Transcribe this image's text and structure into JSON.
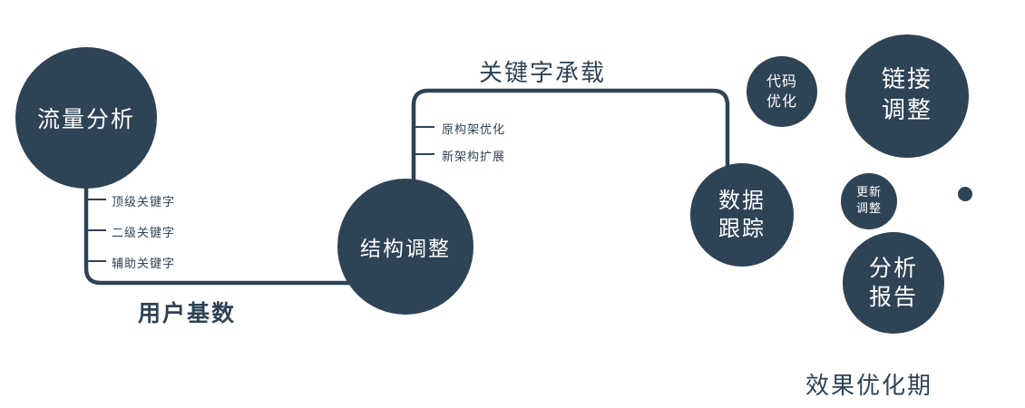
{
  "colors": {
    "primary": "#2e4355",
    "node_text": "#ffffff",
    "background": "#ffffff"
  },
  "nodes": {
    "traffic": {
      "label": "流量分析"
    },
    "structure": {
      "label": "结构调整"
    },
    "data_tracking": {
      "lines": [
        "数据",
        "跟踪"
      ]
    },
    "code_optimization": {
      "lines": [
        "代码",
        "优化"
      ]
    },
    "link_adjustment": {
      "lines": [
        "链接",
        "调整"
      ]
    },
    "update_adjustment": {
      "lines": [
        "更新",
        "调整"
      ]
    },
    "analysis_report": {
      "lines": [
        "分析",
        "报告"
      ]
    }
  },
  "edge_labels": {
    "user_base": "用户基数",
    "keyword_carrying": "关键字承载"
  },
  "branches": {
    "traffic": [
      "顶级关键字",
      "二级关键字",
      "辅助关键字"
    ],
    "structure": [
      "原构架优化",
      "新架构扩展"
    ]
  },
  "footer": {
    "label": "效果优化期"
  }
}
